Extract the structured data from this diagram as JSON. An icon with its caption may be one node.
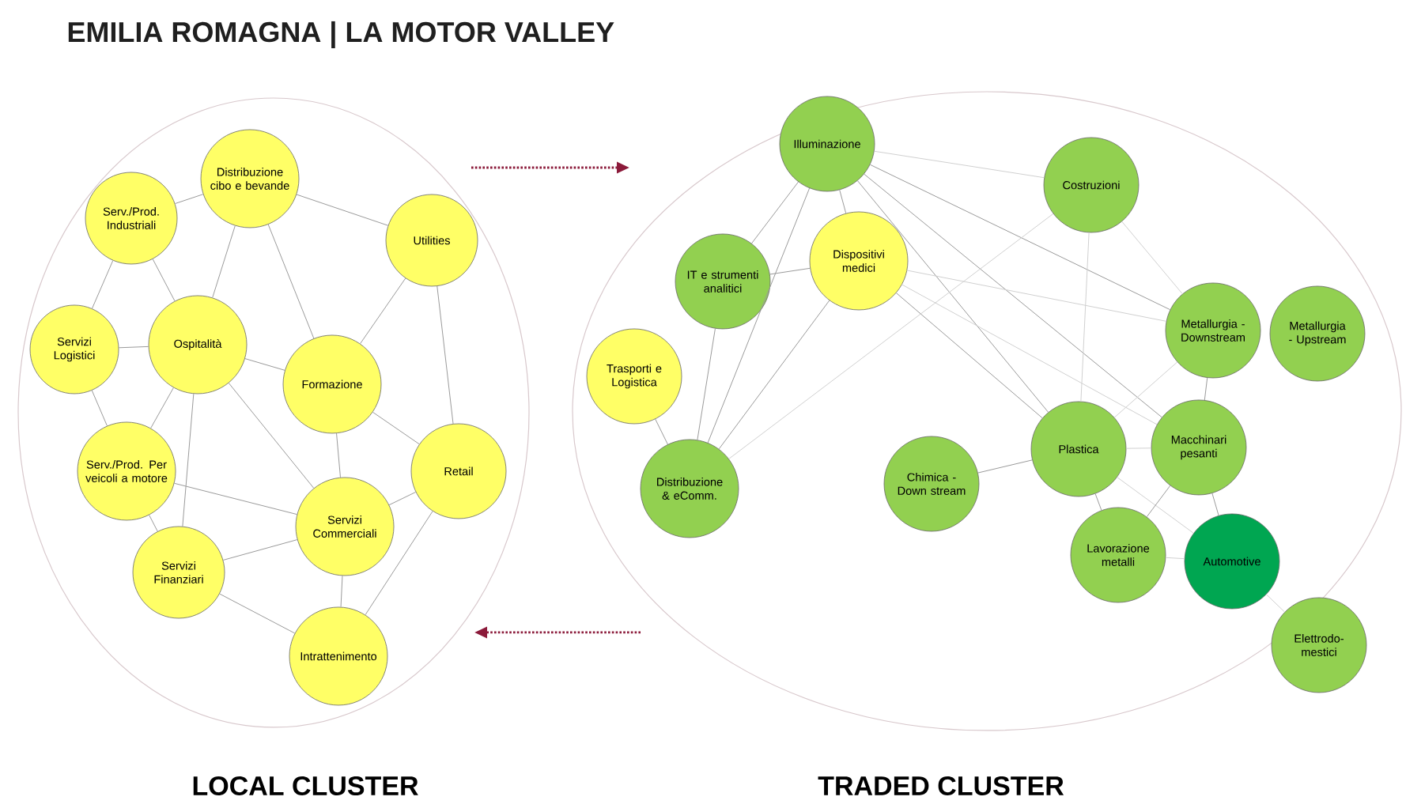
{
  "diagram": {
    "title": "EMILIA ROMAGNA | LA MOTOR VALLEY",
    "nodes": [
      {
        "text": [
          "LOCAL CLUSTER"
        ]
      },
      {
        "text": [
          "Distribuzione cibo e bevande"
        ],
        "in": 0
      },
      {
        "text": [
          "Serv./Prod. Industriali"
        ],
        "in": 0
      },
      {
        "text": [
          "Utilities"
        ],
        "in": 0
      },
      {
        "text": [
          "Servizi Logistici"
        ],
        "in": 0
      },
      {
        "text": [
          "Ospitalità"
        ],
        "in": 0
      },
      {
        "text": [
          "Formazione"
        ],
        "in": 0
      },
      {
        "text": [
          "Serv./Prod. Per veicoli a motore"
        ],
        "in": 0
      },
      {
        "text": [
          "Retail"
        ],
        "in": 0
      },
      {
        "text": [
          "Servizi Commerciali"
        ],
        "in": 0
      },
      {
        "text": [
          "Servizi Finanziari"
        ],
        "in": 0
      },
      {
        "text": [
          "Intrattenimento"
        ],
        "in": 0
      },
      {
        "text": [
          "TRADED CLUSTER"
        ]
      },
      {
        "text": [
          "Illuminazione"
        ],
        "in": 12
      },
      {
        "text": [
          "Costruzioni"
        ],
        "in": 12
      },
      {
        "text": [
          "IT e strumenti analitici"
        ],
        "in": 12
      },
      {
        "text": [
          "Dispositivi medici"
        ],
        "in": 12
      },
      {
        "text": [
          "Trasporti e Logistica"
        ],
        "in": 12
      },
      {
        "text": [
          "Metallurgia - Downstream"
        ],
        "in": 12
      },
      {
        "text": [
          "Metallurgia - Upstream"
        ],
        "in": 12
      },
      {
        "text": [
          "Distribuzione & eComm."
        ],
        "in": 12
      },
      {
        "text": [
          "Chimica - Down stream"
        ],
        "in": 12
      },
      {
        "text": [
          "Plastica"
        ],
        "in": 12
      },
      {
        "text": [
          "Macchinari pesanti"
        ],
        "in": 12
      },
      {
        "text": [
          "Lavorazione metalli"
        ],
        "in": 12
      },
      {
        "text": [
          "Automotive"
        ],
        "in": 12
      },
      {
        "text": [
          "Elettrodo-mestici"
        ]
      }
    ],
    "edges": [
      {
        "from": 0,
        "to": 12,
        "arrow": "to",
        "style": "dashed",
        "color": "#8b1a3a"
      },
      {
        "from": 12,
        "to": 0,
        "arrow": "to",
        "style": "dashed",
        "color": "#8b1a3a"
      },
      {
        "from": 2,
        "to": 1,
        "arrow": "none"
      },
      {
        "from": 1,
        "to": 3,
        "arrow": "none"
      },
      {
        "from": 1,
        "to": 5,
        "arrow": "none"
      },
      {
        "from": 1,
        "to": 6,
        "arrow": "none"
      },
      {
        "from": 2,
        "to": 4,
        "arrow": "none"
      },
      {
        "from": 2,
        "to": 5,
        "arrow": "none"
      },
      {
        "from": 4,
        "to": 5,
        "arrow": "none"
      },
      {
        "from": 4,
        "to": 7,
        "arrow": "none"
      },
      {
        "from": 5,
        "to": 6,
        "arrow": "none"
      },
      {
        "from": 5,
        "to": 7,
        "arrow": "none"
      },
      {
        "from": 5,
        "to": 10,
        "arrow": "none"
      },
      {
        "from": 5,
        "to": 9,
        "arrow": "none"
      },
      {
        "from": 3,
        "to": 6,
        "arrow": "none"
      },
      {
        "from": 3,
        "to": 8,
        "arrow": "none"
      },
      {
        "from": 6,
        "to": 8,
        "arrow": "none"
      },
      {
        "from": 6,
        "to": 9,
        "arrow": "none"
      },
      {
        "from": 7,
        "to": 9,
        "arrow": "none"
      },
      {
        "from": 7,
        "to": 10,
        "arrow": "none"
      },
      {
        "from": 8,
        "to": 9,
        "arrow": "none"
      },
      {
        "from": 8,
        "to": 11,
        "arrow": "none"
      },
      {
        "from": 9,
        "to": 10,
        "arrow": "none"
      },
      {
        "from": 9,
        "to": 11,
        "arrow": "none"
      },
      {
        "from": 10,
        "to": 11,
        "arrow": "none"
      },
      {
        "from": 13,
        "to": 15,
        "arrow": "none"
      },
      {
        "from": 13,
        "to": 20,
        "arrow": "none"
      },
      {
        "from": 13,
        "to": 16,
        "arrow": "none"
      },
      {
        "from": 13,
        "to": 14,
        "arrow": "none",
        "color": "#d0d0d0"
      },
      {
        "from": 13,
        "to": 18,
        "arrow": "none"
      },
      {
        "from": 13,
        "to": 22,
        "arrow": "none"
      },
      {
        "from": 13,
        "to": 23,
        "arrow": "none"
      },
      {
        "from": 15,
        "to": 16,
        "arrow": "none"
      },
      {
        "from": 15,
        "to": 20,
        "arrow": "none"
      },
      {
        "from": 16,
        "to": 20,
        "arrow": "none"
      },
      {
        "from": 16,
        "to": 18,
        "arrow": "none",
        "color": "#d0d0d0"
      },
      {
        "from": 16,
        "to": 22,
        "arrow": "none"
      },
      {
        "from": 16,
        "to": 23,
        "arrow": "none",
        "color": "#d0d0d0"
      },
      {
        "from": 14,
        "to": 20,
        "arrow": "none",
        "color": "#d0d0d0"
      },
      {
        "from": 14,
        "to": 22,
        "arrow": "none",
        "color": "#d0d0d0"
      },
      {
        "from": 14,
        "to": 18,
        "arrow": "none",
        "color": "#d0d0d0"
      },
      {
        "from": 17,
        "to": 20,
        "arrow": "none"
      },
      {
        "from": 18,
        "to": 23,
        "arrow": "none"
      },
      {
        "from": 18,
        "to": 22,
        "arrow": "none",
        "color": "#d0d0d0"
      },
      {
        "from": 21,
        "to": 22,
        "arrow": "none"
      },
      {
        "from": 22,
        "to": 23,
        "arrow": "none",
        "color": "#d0d0d0"
      },
      {
        "from": 22,
        "to": 24,
        "arrow": "none"
      },
      {
        "from": 22,
        "to": 25,
        "arrow": "none",
        "color": "#d0d0d0"
      },
      {
        "from": 23,
        "to": 24,
        "arrow": "none"
      },
      {
        "from": 23,
        "to": 25,
        "arrow": "none"
      },
      {
        "from": 24,
        "to": 25,
        "arrow": "none",
        "color": "#d0d0d0"
      },
      {
        "from": 25,
        "to": 26,
        "arrow": "none",
        "color": "#d0d0d0"
      }
    ]
  }
}
